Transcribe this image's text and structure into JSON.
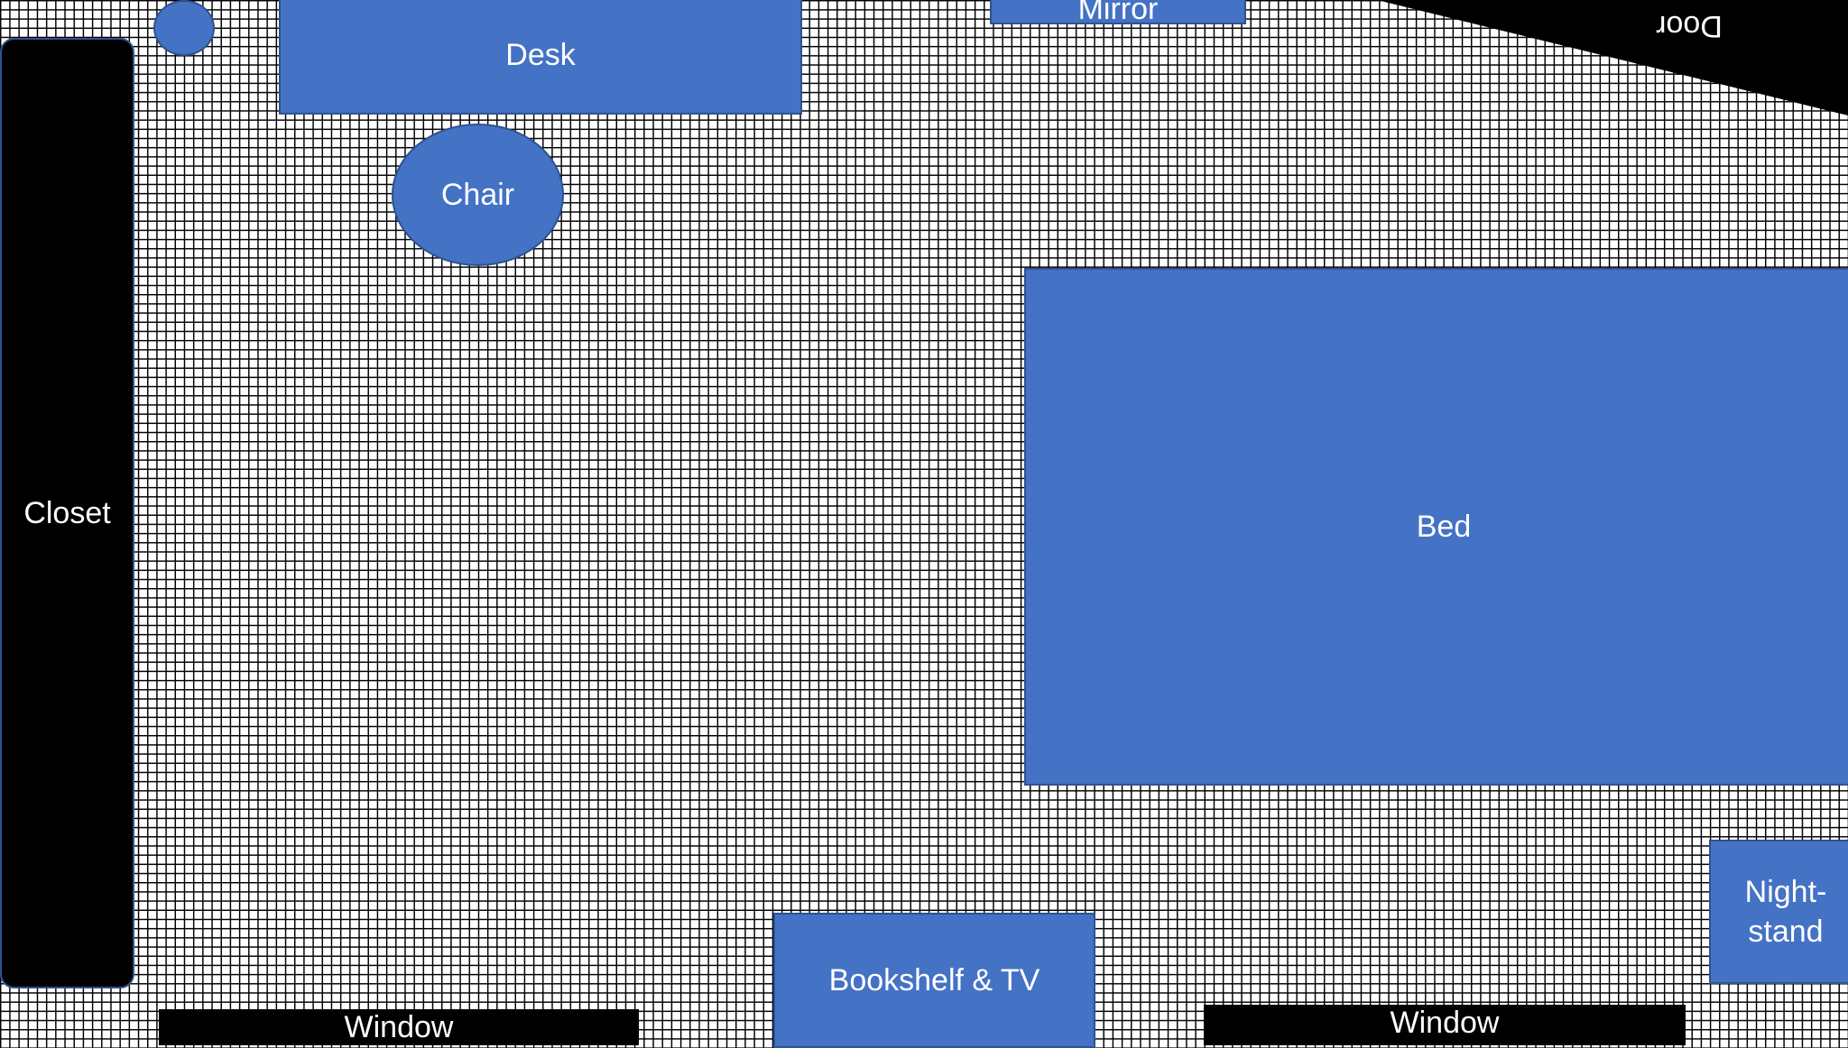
{
  "floorplan": {
    "labels": {
      "desk": "Desk",
      "mirror": "Mirror",
      "door": "Door",
      "chair": "Chair",
      "closet": "Closet",
      "bed": "Bed",
      "bookshelf": "Bookshelf & TV",
      "nightstand": "Night-\nstand",
      "window_left": "Window",
      "window_right": "Window"
    },
    "colors": {
      "furniture_fill": "#4472c4",
      "furniture_border": "#2f528f",
      "fixture_fill": "#000000",
      "grid_line": "#000000",
      "background": "#ffffff",
      "label_text": "#ffffff"
    }
  }
}
